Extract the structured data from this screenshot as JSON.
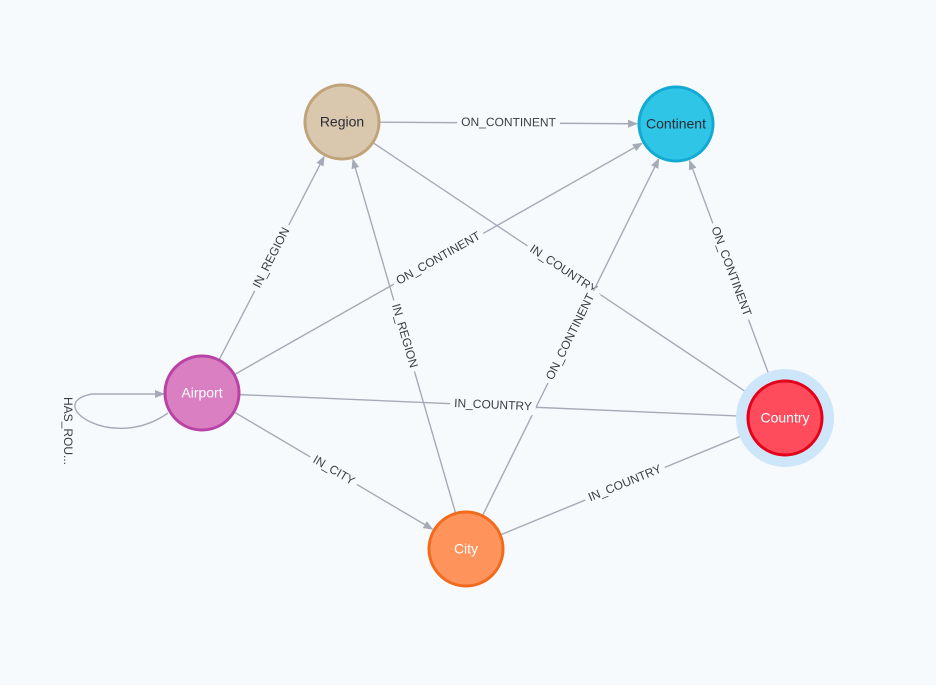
{
  "graph": {
    "nodes": [
      {
        "id": "region",
        "label": "Region",
        "fill": "#d9c8ae",
        "stroke": "#c0a378",
        "text": "#2a2c34"
      },
      {
        "id": "continent",
        "label": "Continent",
        "fill": "#2ec5e6",
        "stroke": "#12aad2",
        "text": "#2a2c34"
      },
      {
        "id": "airport",
        "label": "Airport",
        "fill": "#d97fc2",
        "stroke": "#b943a5",
        "text": "#ffffff"
      },
      {
        "id": "country",
        "label": "Country",
        "fill": "#ff4c5c",
        "stroke": "#e4001a",
        "text": "#ffffff",
        "selected": true,
        "halo": "#cde6f9"
      },
      {
        "id": "city",
        "label": "City",
        "fill": "#ff935c",
        "stroke": "#f26a1b",
        "text": "#ffffff"
      }
    ],
    "edges": [
      {
        "id": "e1",
        "label": "ON_CONTINENT",
        "from": "region",
        "to": "continent"
      },
      {
        "id": "e2",
        "label": "IN_REGION",
        "from": "airport",
        "to": "region"
      },
      {
        "id": "e3",
        "label": "ON_CONTINENT",
        "from": "airport",
        "to": "continent"
      },
      {
        "id": "e4",
        "label": "IN_COUNTRY",
        "from": "region",
        "to": "country"
      },
      {
        "id": "e5",
        "label": "IN_REGION",
        "from": "city",
        "to": "region"
      },
      {
        "id": "e6",
        "label": "ON_CONTINENT",
        "from": "city",
        "to": "continent"
      },
      {
        "id": "e7",
        "label": "ON_CONTINENT",
        "from": "country",
        "to": "continent"
      },
      {
        "id": "e8",
        "label": "IN_COUNTRY",
        "from": "airport",
        "to": "country"
      },
      {
        "id": "e9",
        "label": "IN_CITY",
        "from": "airport",
        "to": "city"
      },
      {
        "id": "e10",
        "label": "IN_COUNTRY",
        "from": "city",
        "to": "country"
      },
      {
        "id": "e11",
        "label": "HAS_ROU...",
        "from": "airport",
        "to": "airport",
        "self_loop": true
      }
    ],
    "edge_color": "#a5abb6",
    "background": "#f7fafd"
  }
}
